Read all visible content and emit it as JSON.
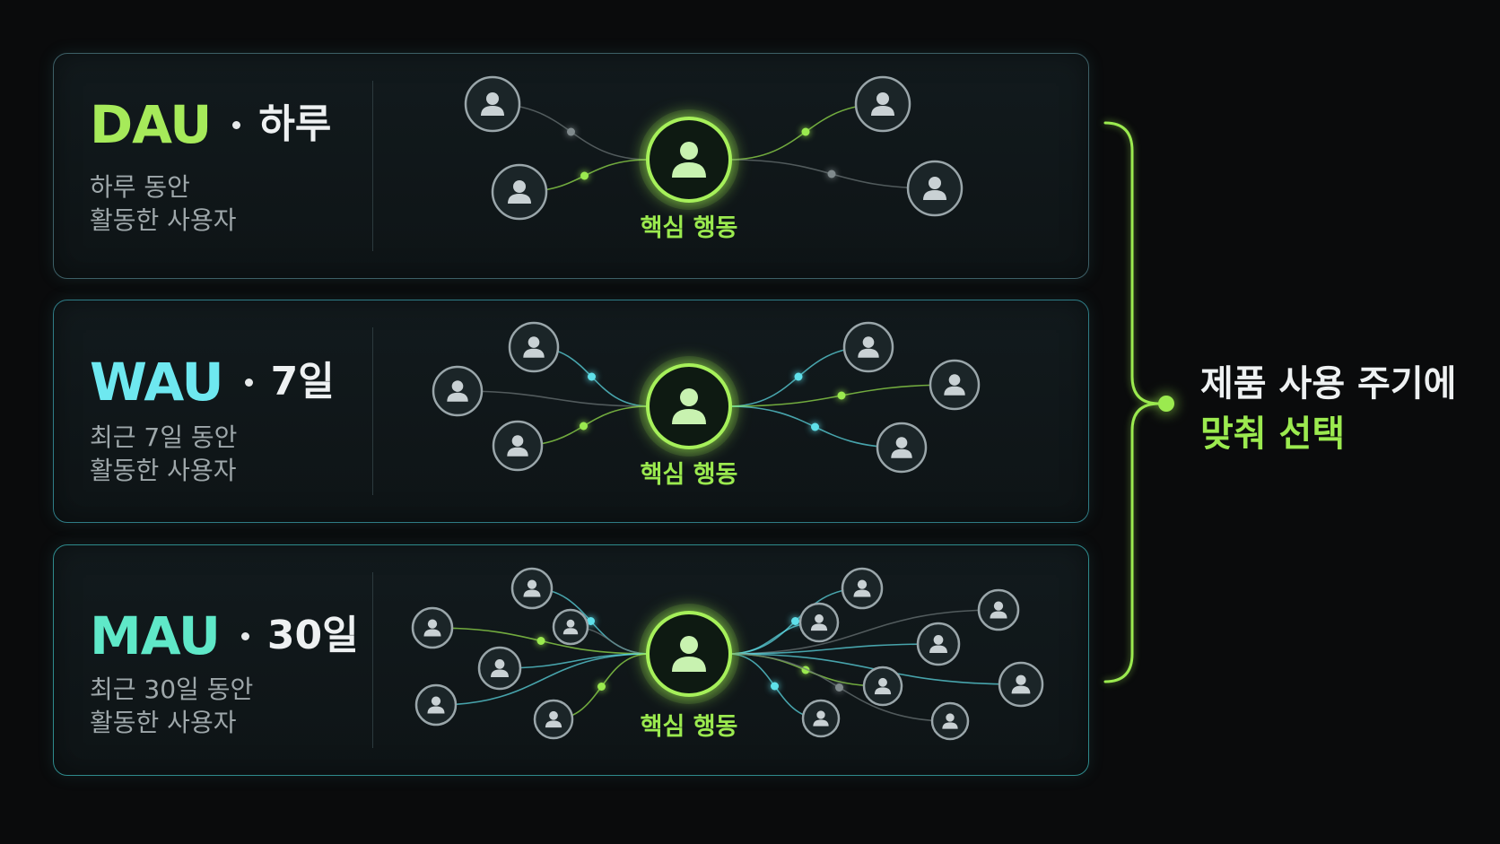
{
  "panels": [
    {
      "metric": "DAU",
      "period": "하루",
      "description_line1": "하루 동안",
      "description_line2": "활동한 사용자",
      "core_label": "핵심 행동",
      "metric_color": "#a6ea5a",
      "link_color": "#9bea4f"
    },
    {
      "metric": "WAU",
      "period": "7일",
      "description_line1": "최근 7일 동안",
      "description_line2": "활동한 사용자",
      "core_label": "핵심 행동",
      "metric_color": "#6ee8f0",
      "link_color": "#5fe0ea"
    },
    {
      "metric": "MAU",
      "period": "30일",
      "description_line1": "최근 30일 동안",
      "description_line2": "활동한 사용자",
      "core_label": "핵심 행동",
      "metric_color": "#5fe8c8",
      "link_color": "#5fe8c8"
    }
  ],
  "conclusion": {
    "line1": "제품 사용 주기에",
    "line2": "맞춰 선택"
  },
  "colors": {
    "accent_green": "#9bea4f",
    "accent_cyan": "#5fe0ea",
    "background": "#0a0b0c"
  },
  "icons": {
    "user": "user-icon",
    "core": "core-user-icon"
  }
}
